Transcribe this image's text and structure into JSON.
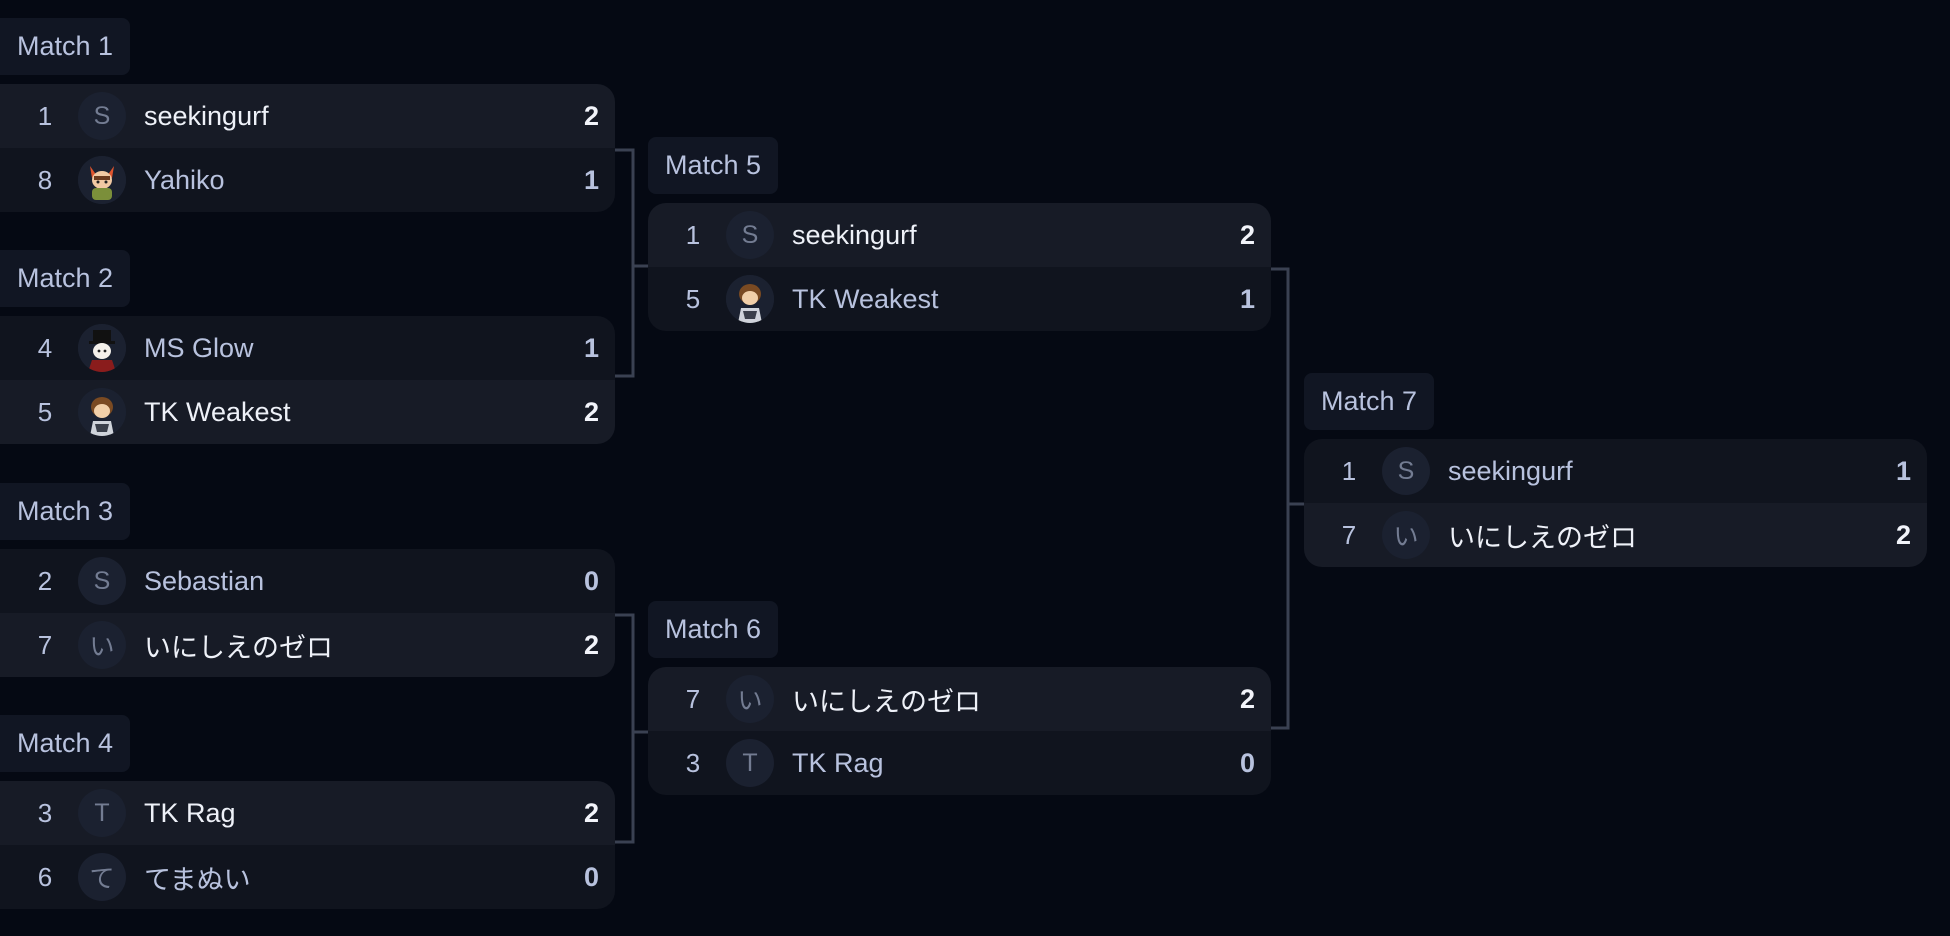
{
  "matches": [
    {
      "label": "Match 1",
      "players": [
        {
          "seed": "1",
          "avatar": "S",
          "avatar_icon": "letter",
          "name": "seekingurf",
          "score": "2",
          "winner": true
        },
        {
          "seed": "8",
          "avatar": "",
          "avatar_icon": "fox-character-avatar-icon",
          "name": "Yahiko",
          "score": "1",
          "winner": false
        }
      ]
    },
    {
      "label": "Match 2",
      "players": [
        {
          "seed": "4",
          "avatar": "",
          "avatar_icon": "top-hat-character-avatar-icon",
          "name": "MS Glow",
          "score": "1",
          "winner": false
        },
        {
          "seed": "5",
          "avatar": "",
          "avatar_icon": "brown-hair-character-avatar-icon",
          "name": "TK Weakest",
          "score": "2",
          "winner": true
        }
      ]
    },
    {
      "label": "Match 3",
      "players": [
        {
          "seed": "2",
          "avatar": "S",
          "avatar_icon": "letter",
          "name": "Sebastian",
          "score": "0",
          "winner": false
        },
        {
          "seed": "7",
          "avatar": "い",
          "avatar_icon": "letter",
          "name": "いにしえのゼロ",
          "score": "2",
          "winner": true
        }
      ]
    },
    {
      "label": "Match 4",
      "players": [
        {
          "seed": "3",
          "avatar": "T",
          "avatar_icon": "letter",
          "name": "TK Rag",
          "score": "2",
          "winner": true
        },
        {
          "seed": "6",
          "avatar": "て",
          "avatar_icon": "letter",
          "name": "てまぬい",
          "score": "0",
          "winner": false
        }
      ]
    },
    {
      "label": "Match 5",
      "players": [
        {
          "seed": "1",
          "avatar": "S",
          "avatar_icon": "letter",
          "name": "seekingurf",
          "score": "2",
          "winner": true
        },
        {
          "seed": "5",
          "avatar": "",
          "avatar_icon": "brown-hair-character-avatar-icon",
          "name": "TK Weakest",
          "score": "1",
          "winner": false
        }
      ]
    },
    {
      "label": "Match 6",
      "players": [
        {
          "seed": "7",
          "avatar": "い",
          "avatar_icon": "letter",
          "name": "いにしえのゼロ",
          "score": "2",
          "winner": true
        },
        {
          "seed": "3",
          "avatar": "T",
          "avatar_icon": "letter",
          "name": "TK Rag",
          "score": "0",
          "winner": false
        }
      ]
    },
    {
      "label": "Match 7",
      "players": [
        {
          "seed": "1",
          "avatar": "S",
          "avatar_icon": "letter",
          "name": "seekingurf",
          "score": "1",
          "winner": false
        },
        {
          "seed": "7",
          "avatar": "い",
          "avatar_icon": "letter",
          "name": "いにしえのゼロ",
          "score": "2",
          "winner": true
        }
      ]
    }
  ],
  "colors": {
    "background": "#050913",
    "label_bg": "#111623",
    "row_winner_bg": "#171b26",
    "row_loser_bg": "#10141e",
    "connector": "#3a4152"
  }
}
